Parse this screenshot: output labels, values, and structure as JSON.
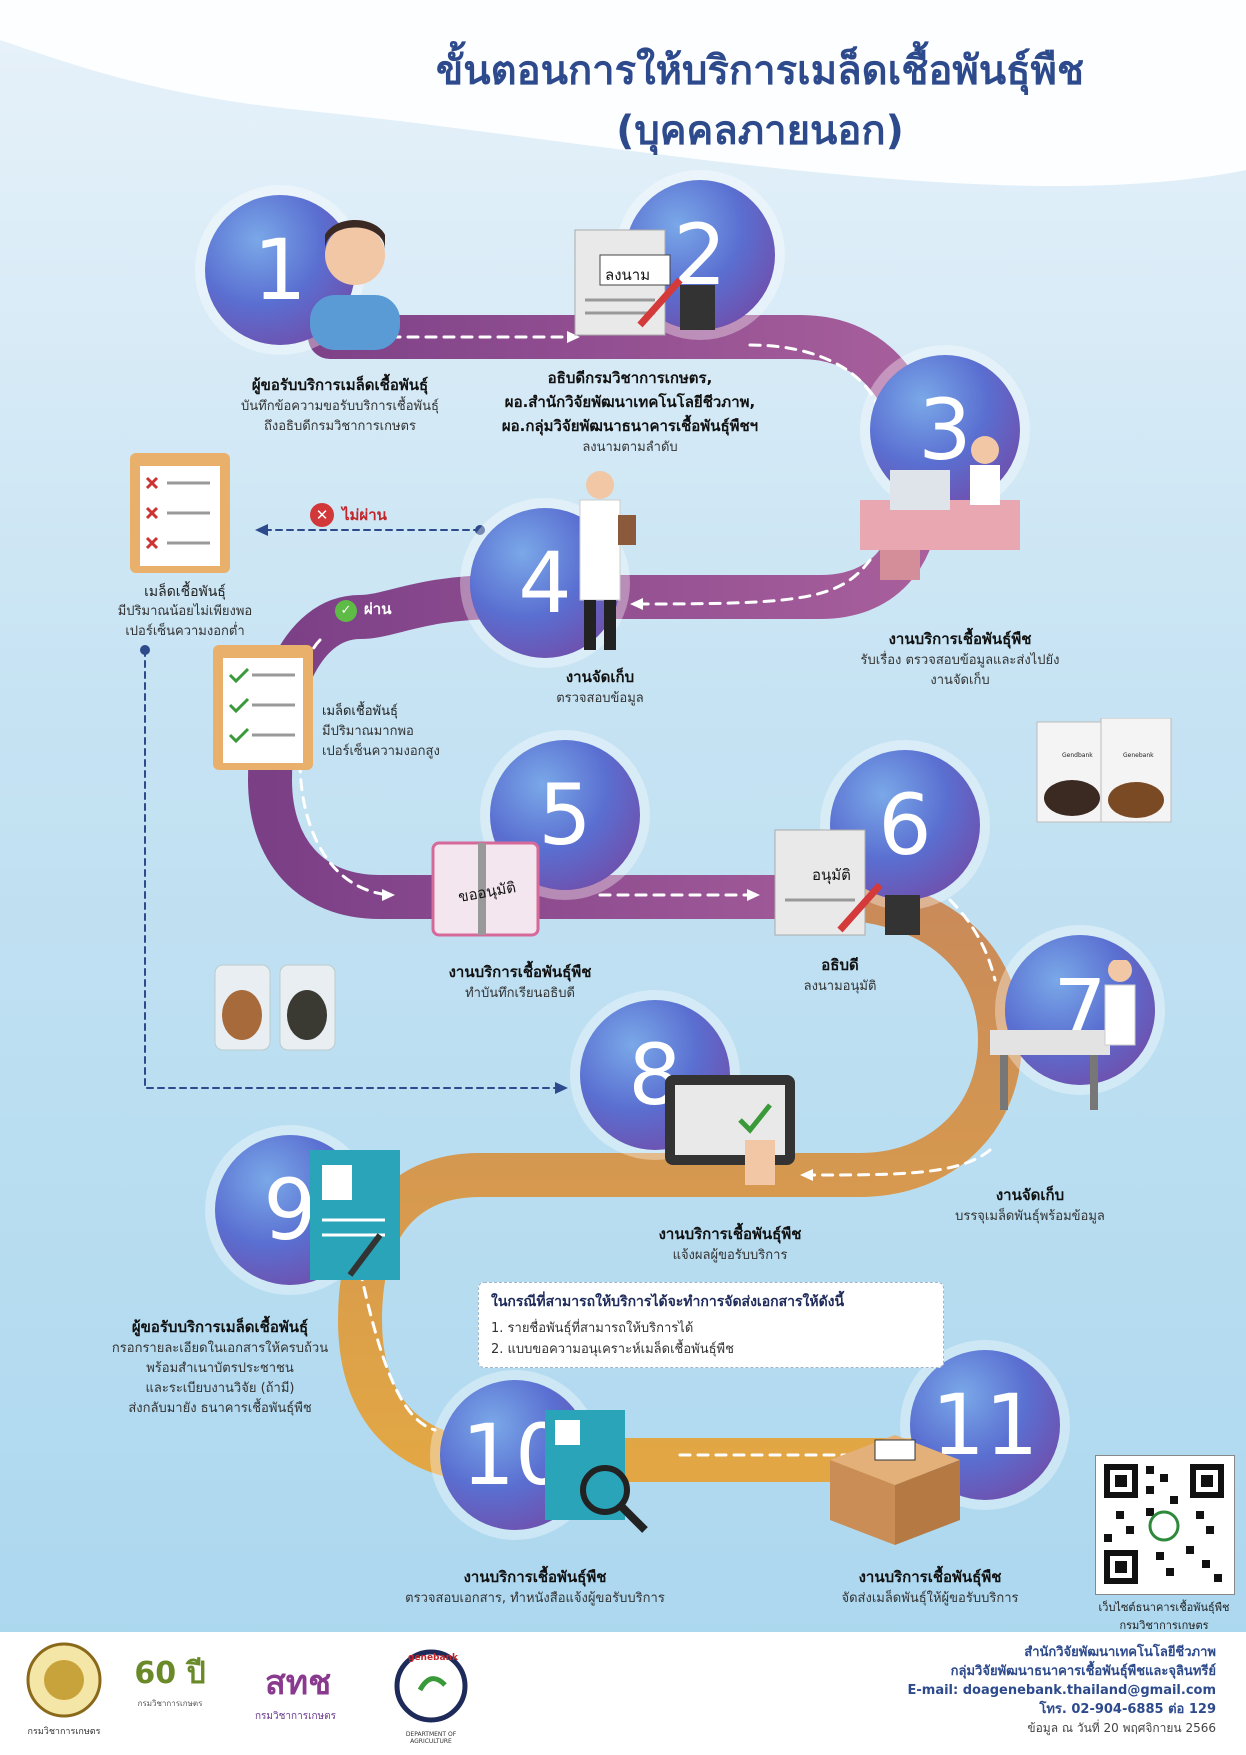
{
  "title": {
    "line1": "ขั้นตอนการให้บริการเมล็ดเชื้อพันธุ์พืช",
    "line2": "(บุคคลภายนอก)"
  },
  "steps": [
    {
      "num": "1",
      "title": "ผู้ขอรับบริการเมล็ดเชื้อพันธุ์",
      "desc": [
        "บันทึกข้อความขอรับบริการเชื้อพันธุ์",
        "ถึงอธิบดีกรมวิชาการเกษตร"
      ]
    },
    {
      "num": "2",
      "title": "อธิบดีกรมวิชาการเกษตร,",
      "title2": "ผอ.สำนักวิจัยพัฒนาเทคโนโลยีชีวภาพ,",
      "title3": "ผอ.กลุ่มวิจัยพัฒนาธนาคารเชื้อพันธุ์พืชฯ",
      "desc": [
        "ลงนามตามลำดับ"
      ],
      "doc_label": "ลงนาม"
    },
    {
      "num": "3",
      "title": "งานบริการเชื้อพันธุ์พืช",
      "desc": [
        "รับเรื่อง ตรวจสอบข้อมูลและส่งไปยัง",
        "งานจัดเก็บ"
      ]
    },
    {
      "num": "4",
      "title": "งานจัดเก็บ",
      "desc": [
        "ตรวจสอบข้อมูล"
      ]
    },
    {
      "num": "5",
      "title": "งานบริการเชื้อพันธุ์พืช",
      "desc": [
        "ทำบันทึกเรียนอธิบดี"
      ],
      "doc_label": "ขออนุมัติ"
    },
    {
      "num": "6",
      "title": "อธิบดี",
      "desc": [
        "ลงนามอนุมัติ"
      ],
      "doc_label": "อนุมัติ"
    },
    {
      "num": "7",
      "title": "งานจัดเก็บ",
      "desc": [
        "บรรจุเมล็ดพันธุ์พร้อมข้อมูล"
      ]
    },
    {
      "num": "8",
      "title": "งานบริการเชื้อพันธุ์พืช",
      "desc": [
        "แจ้งผลผู้ขอรับบริการ"
      ]
    },
    {
      "num": "9",
      "title": "ผู้ขอรับบริการเมล็ดเชื้อพันธุ์",
      "desc": [
        "กรอกรายละเอียดในเอกสารให้ครบถ้วน",
        "พร้อมสำเนาบัตรประชาชน",
        "และระเบียบงานวิจัย (ถ้ามี)",
        "ส่งกลับมายัง ธนาคารเชื้อพันธุ์พืช"
      ]
    },
    {
      "num": "10",
      "title": "งานบริการเชื้อพันธุ์พืช",
      "desc": [
        "ตรวจสอบเอกสาร, ทำหนังสือแจ้งผู้ขอรับบริการ"
      ]
    },
    {
      "num": "11",
      "title": "งานบริการเชื้อพันธุ์พืช",
      "desc": [
        "จัดส่งเมล็ดพันธุ์ให้ผู้ขอรับบริการ"
      ]
    }
  ],
  "branch": {
    "fail_label": "ไม่ผ่าน",
    "pass_label": "ผ่าน",
    "fail_title": "เมล็ดเชื้อพันธุ์",
    "fail_desc": [
      "มีปริมาณน้อยไม่เพียงพอ",
      "เปอร์เซ็นความงอกต่ำ"
    ],
    "pass_title": "เมล็ดเชื้อพันธุ์",
    "pass_desc": [
      "มีปริมาณมากพอ",
      "เปอร์เซ็นความงอกสูง"
    ]
  },
  "note": {
    "heading": "ในกรณีที่สามารถให้บริการได้จะทำการจัดส่งเอกสารให้ดังนี้",
    "items": [
      "1. รายชื่อพันธุ์ที่สามารถให้บริการได้",
      "2. แบบขอความอนุเคราะห์เมล็ดเชื้อพันธุ์พืช"
    ]
  },
  "seed_bag_labels": [
    "Gendbank",
    "Genebank"
  ],
  "qr": {
    "caption1": "เว็บไซต์ธนาคารเชื้อพันธุ์พืช",
    "caption2": "กรมวิชาการเกษตร"
  },
  "footer": {
    "org1": "สำนักวิจัยพัฒนาเทคโนโลยีชีวภาพ",
    "org2": "กลุ่มวิจัยพัฒนาธนาคารเชื้อพันธุ์พืชและจุลินทรีย์",
    "email": "E-mail:  doagenebank.thailand@gmail.com",
    "phone": "โทร. 02-904-6885 ต่อ 129",
    "date": "ข้อมูล ณ วันที่ 20 พฤศจิกายน 2566"
  },
  "logos": {
    "logo1_text": "กรมวิชาการเกษตร",
    "logo2_text": "60 ปี",
    "logo2_sub": "กรมวิชาการเกษตร",
    "logo3_text": "สทช",
    "logo3_sub": "กรมวิชาการเกษตร",
    "logo4_text": "genebank",
    "logo4_sub": "DEPARTMENT OF AGRICULTURE"
  },
  "colors": {
    "path_purple": "#8a4a8e",
    "path_orange": "#d99a45",
    "title_blue": "#2d4a8c"
  }
}
